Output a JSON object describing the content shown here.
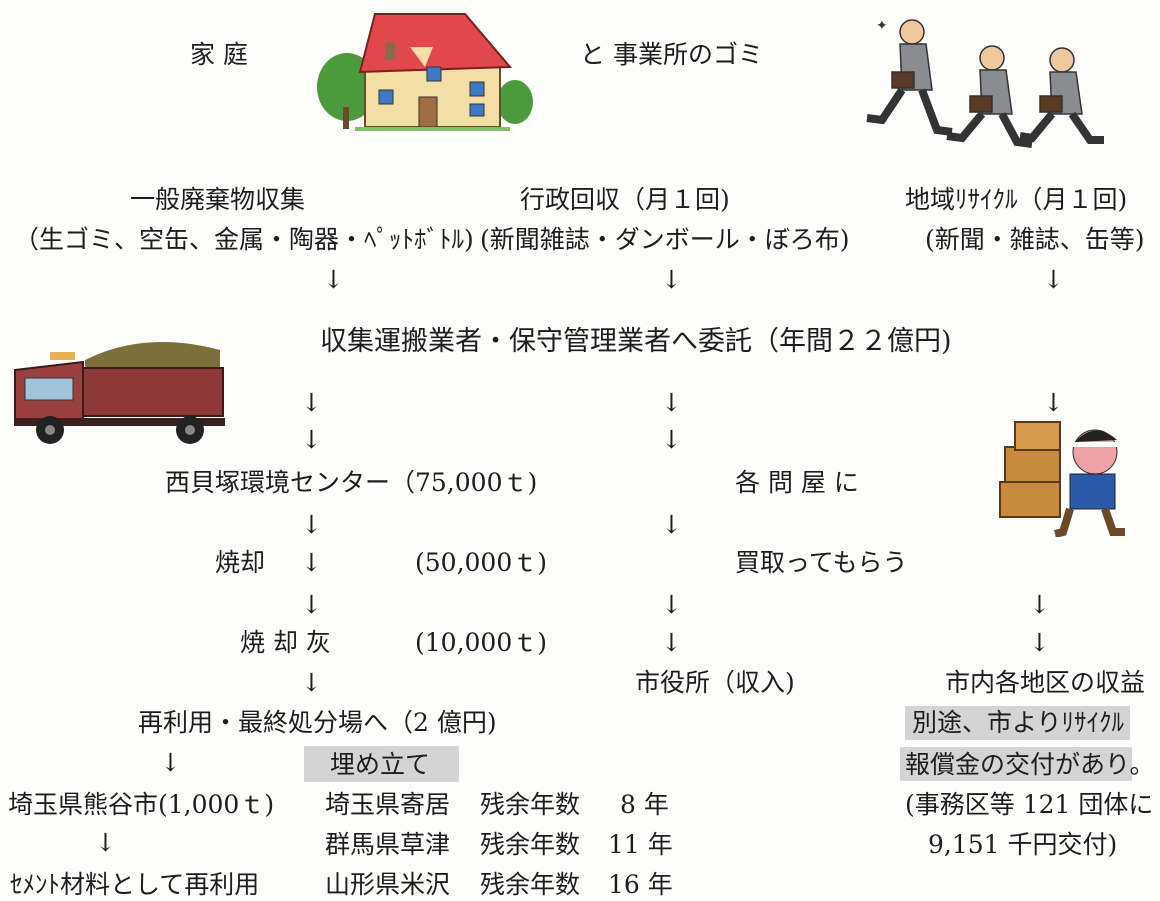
{
  "header": {
    "household": "家 庭",
    "and_business": "と 事業所のゴミ"
  },
  "sources": {
    "general": {
      "title": "一般廃棄物収集",
      "detail": "（生ゴミ、空缶、金属・陶器・ﾍﾟｯﾄﾎﾞﾄﾙ)"
    },
    "admin": {
      "title": "行政回収（月１回)",
      "detail": "(新聞雑誌・ダンボール・ぼろ布)"
    },
    "regional": {
      "title": "地域ﾘｻｲｸﾙ（月１回)",
      "detail": "(新聞・雑誌、缶等)"
    }
  },
  "contract": "収集運搬業者・保守管理業者へ委託（年間２２億円)",
  "arrow": "↓",
  "center": {
    "name": "西貝塚環境センター（75,000ｔ)",
    "incinerate_label": "焼却",
    "incinerate_amount": "(50,000ｔ)",
    "ash_label": "焼 却 灰",
    "ash_amount": "(10,000ｔ)",
    "reuse": "再利用・最終処分場へ（2 億円)",
    "landfill_label": "埋め立て"
  },
  "kumagaya": {
    "title": "埼玉県熊谷市(1,000ｔ)",
    "result": "ｾﾒﾝﾄ材料として再利用"
  },
  "landfills": [
    {
      "place": "埼玉県寄居",
      "label": "残余年数",
      "years": "8 年"
    },
    {
      "place": "群馬県草津",
      "label": "残余年数",
      "years": "11 年"
    },
    {
      "place": "山形県米沢",
      "label": "残余年数",
      "years": "16 年"
    }
  ],
  "wholesaler": {
    "title": "各 問 屋 に",
    "buy": "買取ってもらう",
    "cityhall": "市役所（収入)"
  },
  "district": {
    "title": "市内各地区の収益",
    "line1": "別途、市よりﾘｻｲｸﾙ",
    "line2": "報償金の交付があり。",
    "line3": "(事務区等 121 団体に",
    "line4": "9,151 千円交付)"
  }
}
